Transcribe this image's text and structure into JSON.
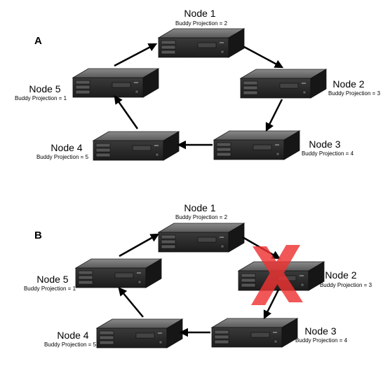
{
  "panels": [
    {
      "label": "A",
      "nodes": [
        {
          "title": "Node 1",
          "projection": "Buddy Projection = 2"
        },
        {
          "title": "Node 2",
          "projection": "Buddy Projection = 3"
        },
        {
          "title": "Node 3",
          "projection": "Buddy Projection = 4"
        },
        {
          "title": "Node 4",
          "projection": "Buddy Projection = 5"
        },
        {
          "title": "Node 5",
          "projection": "Buddy Projection = 1"
        }
      ],
      "failed_node": null
    },
    {
      "label": "B",
      "nodes": [
        {
          "title": "Node 1",
          "projection": "Buddy Projection = 2"
        },
        {
          "title": "Node 2",
          "projection": "Buddy Projection = 3"
        },
        {
          "title": "Node 3",
          "projection": "Buddy Projection = 4"
        },
        {
          "title": "Node 4",
          "projection": "Buddy Projection = 5"
        },
        {
          "title": "Node 5",
          "projection": "Buddy Projection = 1"
        }
      ],
      "failed_node": "Node 2"
    }
  ],
  "colors": {
    "server_top": "#6e6e6e",
    "server_front": "#2c2c2c",
    "server_side": "#1a1a1a",
    "failure_mark": "#ee3333"
  }
}
